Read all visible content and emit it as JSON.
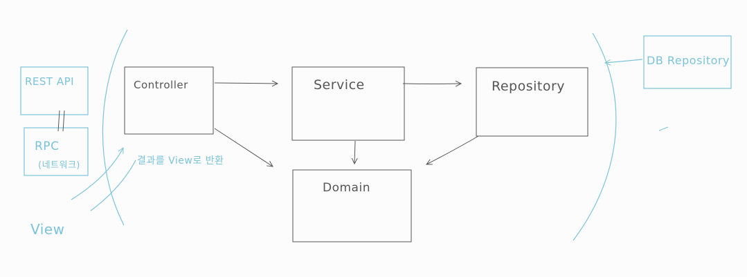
{
  "colors": {
    "ink": "#555555",
    "accent": "#7cc3da",
    "background": "#fcfcfc"
  },
  "left": {
    "rest_api": "REST API",
    "separator": "||",
    "rpc": "RPC",
    "rpc_note": "(네트워크)",
    "arc_caption": "결과를 View로 반환",
    "view": "View"
  },
  "center": {
    "controller": "Controller",
    "service": "Service",
    "repository": "Repository",
    "domain": "Domain"
  },
  "right": {
    "db_repository": "DB Repository"
  }
}
